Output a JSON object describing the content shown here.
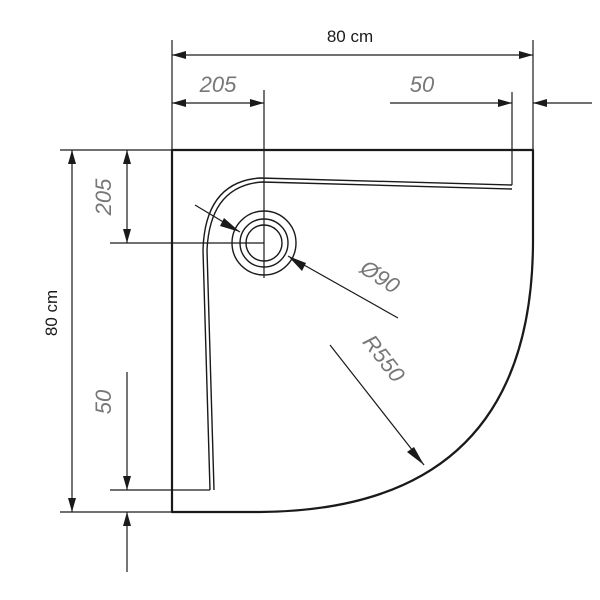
{
  "labels": {
    "top_width": "80 cm",
    "left_height": "80 cm",
    "drain_offset_x": "205",
    "drain_offset_y": "205",
    "rim_offset_x": "50",
    "rim_offset_y": "50",
    "drain_diameter": "Ø90",
    "radius": "R550"
  },
  "colors": {
    "stroke": "#1a1a1a",
    "dimension_text": "#777777"
  }
}
